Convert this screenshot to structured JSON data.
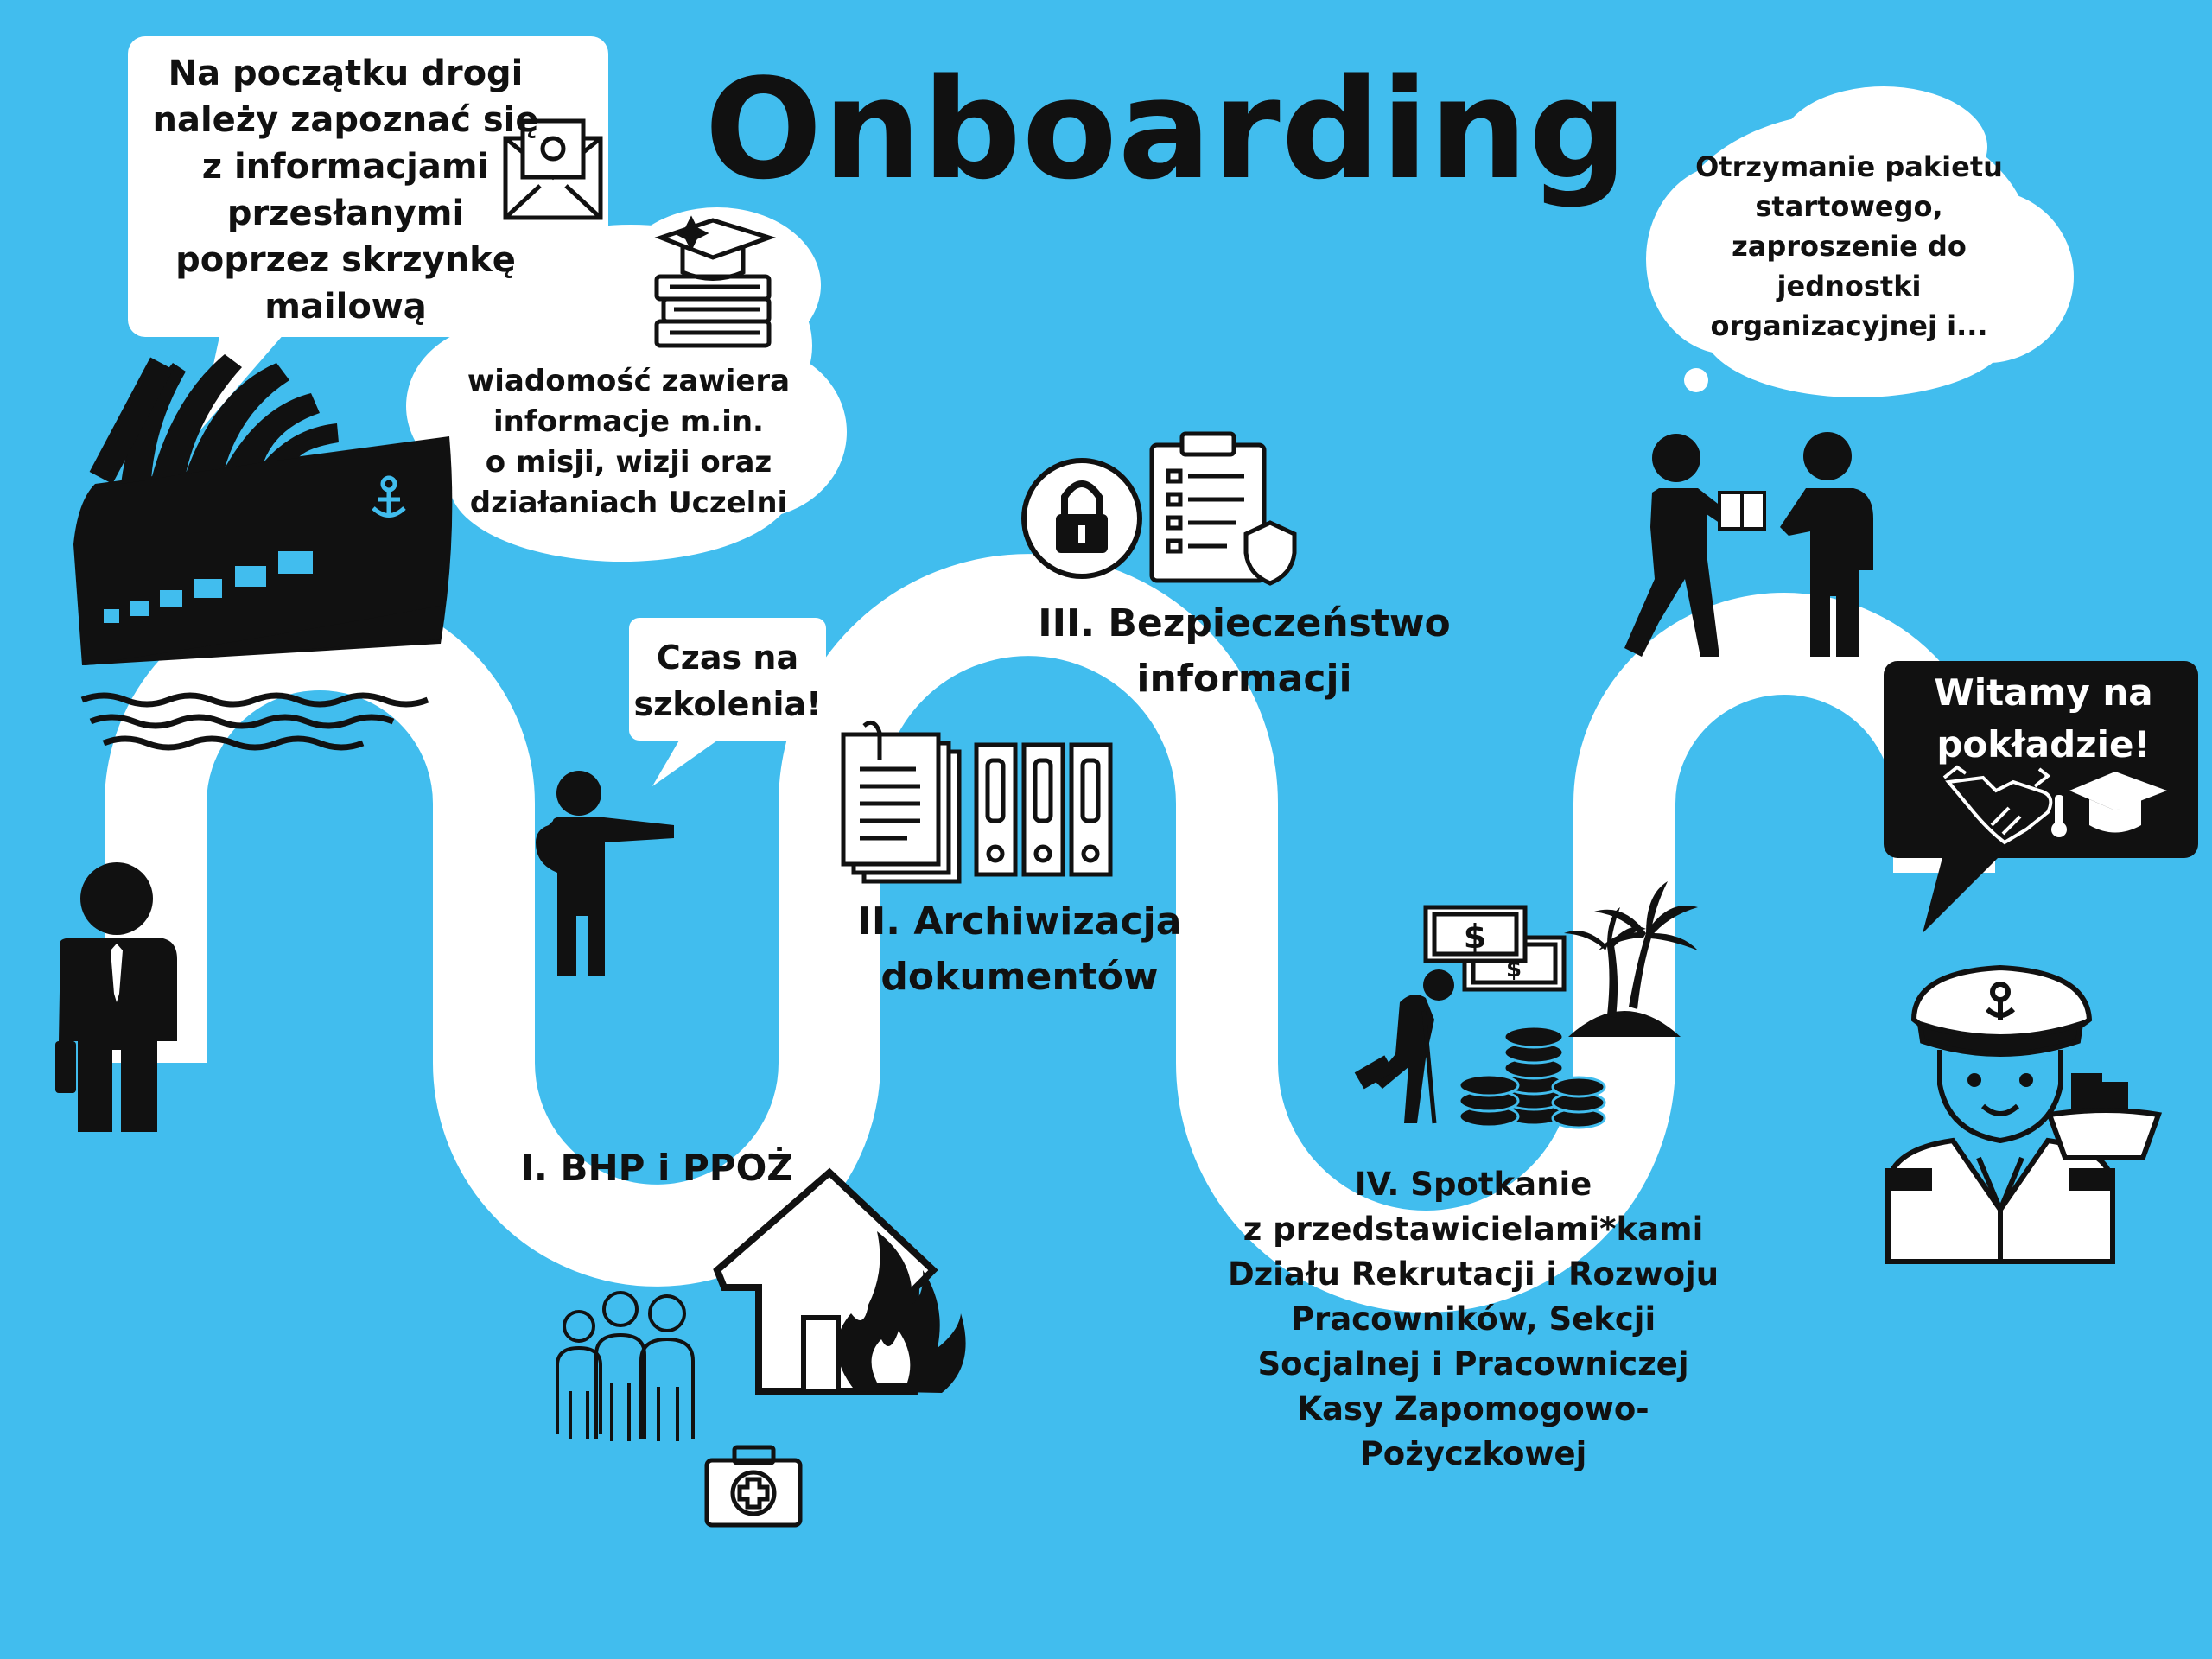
{
  "title": "Onboarding",
  "colors": {
    "background": "#41bdee",
    "path": "#ffffff",
    "ink": "#111111"
  },
  "bubbles": {
    "email": "Na początku drogi\nnależy zapoznać się\nz informacjami\nprzesłanymi\npoprzez skrzynkę\nmailową",
    "mission": "wiadomość zawiera\ninformacje m.in.\no misji, wizji oraz\ndziałaniach Uczelni",
    "starter": "Otrzymanie pakietu\nstartowego,\nzaproszenie do\njednostki\norganizacyjnej i...",
    "training": "Czas na\nszkolenia!",
    "welcome": "Witamy na\npokładzie!"
  },
  "steps": [
    {
      "label": "I. BHP i PPOŻ"
    },
    {
      "label": "II. Archiwizacja\ndokumentów"
    },
    {
      "label": "III. Bezpieczeństwo\ninformacji"
    },
    {
      "label": "IV. Spotkanie\nz przedstawicielami*kami\nDziału Rekrutacji i Rozwoju\nPracowników, Sekcji\nSocjalnej i Pracowniczej\nKasy Zapomogowo-\nPożyczkowej"
    }
  ],
  "icons": [
    "ship-icon",
    "anchor-icon",
    "businessman-icon",
    "email-envelope-icon",
    "graduation-books-icon",
    "presenter-icon",
    "documents-icon",
    "binders-icon",
    "lock-icon",
    "clipboard-shield-icon",
    "people-group-icon",
    "house-fire-icon",
    "first-aid-kit-icon",
    "money-bills-icon",
    "coins-icon",
    "palm-island-icon",
    "injured-person-icon",
    "gift-exchange-icon",
    "handshake-icon",
    "thermometer-icon",
    "graduation-cap-icon",
    "captain-icon"
  ]
}
